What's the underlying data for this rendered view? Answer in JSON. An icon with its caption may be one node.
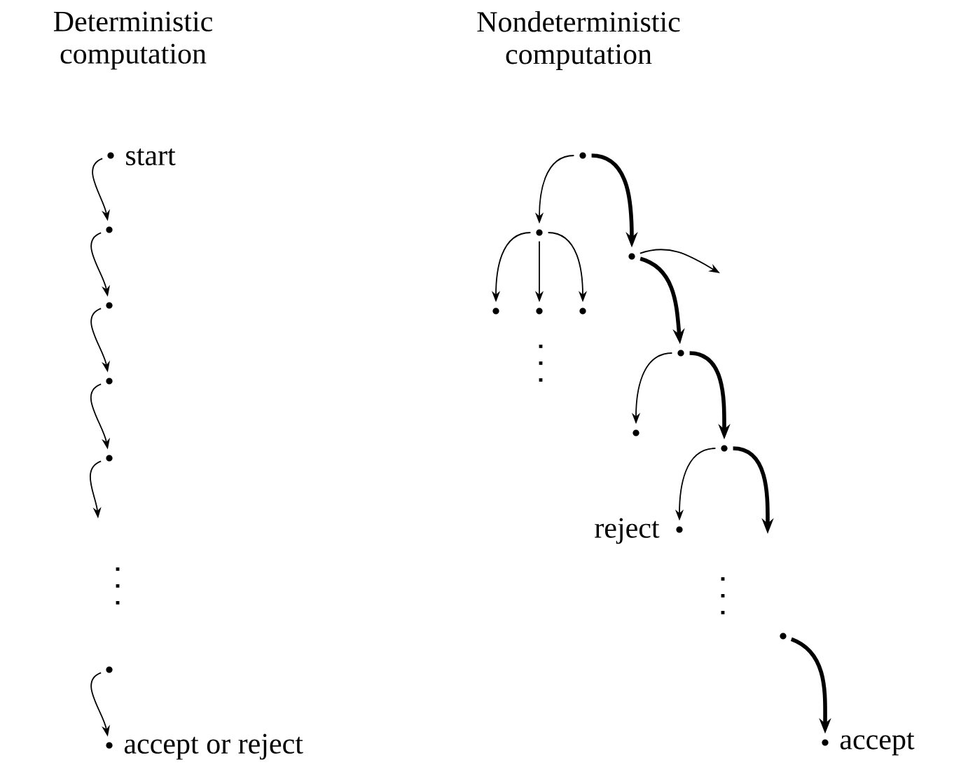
{
  "diagram": {
    "nodes": [
      {
        "text": [],
        "shape": "circle",
        "beside": [
          "start"
        ]
      },
      {
        "text": [],
        "shape": "circle"
      },
      {
        "text": [],
        "shape": "circle"
      },
      {
        "text": [],
        "shape": "circle"
      },
      {
        "text": [],
        "shape": "circle"
      },
      {
        "text": [],
        "shape": "circle"
      },
      {
        "text": [],
        "shape": "circle",
        "beside": [
          "accept or reject"
        ]
      },
      {
        "text": [],
        "shape": "circle"
      },
      {
        "text": [],
        "shape": "circle"
      },
      {
        "text": [],
        "shape": "circle"
      },
      {
        "text": [],
        "shape": "circle"
      },
      {
        "text": [],
        "shape": "circle"
      },
      {
        "text": [],
        "shape": "circle"
      },
      {
        "text": [],
        "shape": "circle"
      },
      {
        "text": [],
        "shape": "circle"
      },
      {
        "text": [],
        "shape": "circle"
      },
      {
        "text": [],
        "shape": "circle",
        "beside": [
          "reject"
        ]
      },
      {
        "text": [],
        "shape": "circle"
      },
      {
        "text": [],
        "shape": "circle",
        "beside": [
          "accept"
        ]
      }
    ],
    "edges": [
      {
        "from": 0,
        "to": 1,
        "arrow": "to"
      },
      {
        "from": 1,
        "to": 2,
        "arrow": "to"
      },
      {
        "from": 2,
        "to": 3,
        "arrow": "to"
      },
      {
        "from": 3,
        "to": 4,
        "arrow": "to"
      },
      {
        "from": 4,
        "to": null,
        "arrow": "to"
      },
      {
        "from": 5,
        "to": 6,
        "arrow": "to"
      },
      {
        "from": 7,
        "to": 8,
        "arrow": "to"
      },
      {
        "from": 7,
        "to": 12,
        "arrow": "to",
        "style": "thick"
      },
      {
        "from": 8,
        "to": 9,
        "arrow": "to"
      },
      {
        "from": 8,
        "to": 10,
        "arrow": "to"
      },
      {
        "from": 8,
        "to": 11,
        "arrow": "to"
      },
      {
        "from": 12,
        "to": null,
        "arrow": "to"
      },
      {
        "from": 12,
        "to": 13,
        "arrow": "to",
        "style": "thick"
      },
      {
        "from": 13,
        "to": 14,
        "arrow": "to"
      },
      {
        "from": 13,
        "to": 15,
        "arrow": "to",
        "style": "thick"
      },
      {
        "from": 15,
        "to": 16,
        "arrow": "to"
      },
      {
        "from": 15,
        "to": null,
        "arrow": "to",
        "style": "thick"
      },
      {
        "from": 17,
        "to": 18,
        "arrow": "to",
        "style": "thick"
      }
    ],
    "labels": [
      "Deterministic computation",
      "Nondeterministic computation"
    ]
  }
}
